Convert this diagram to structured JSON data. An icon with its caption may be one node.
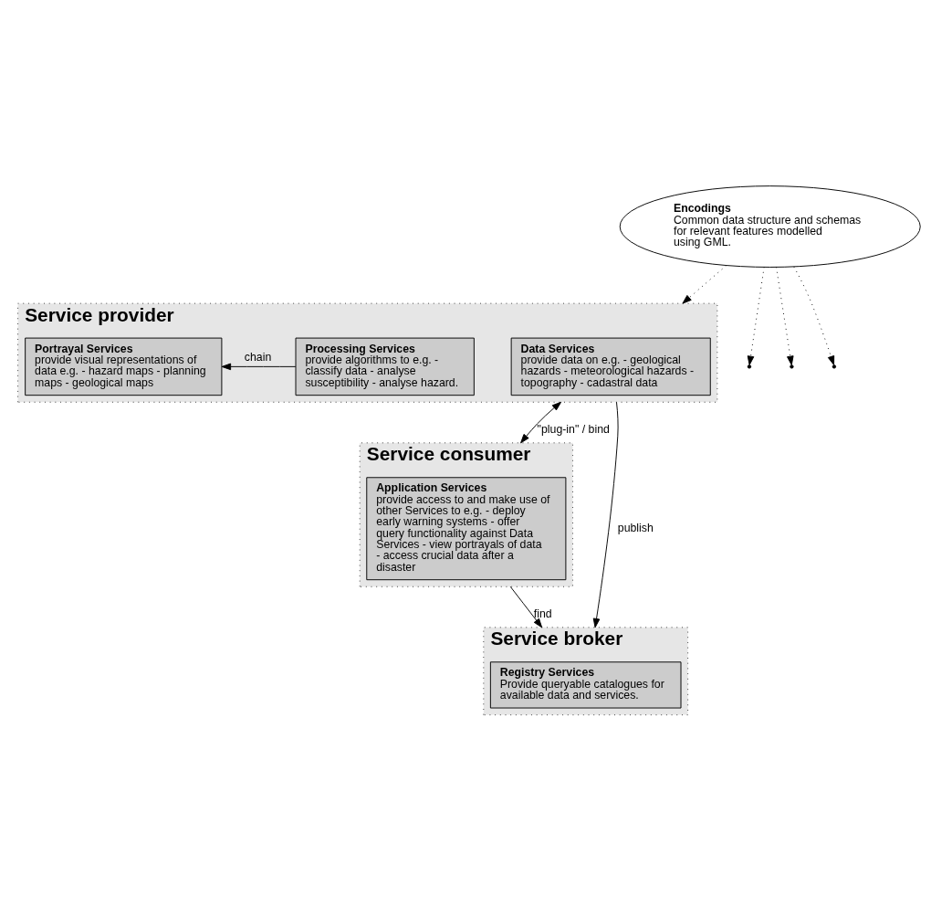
{
  "diagram": {
    "nodes": [
      {
        "text": [
          "Service provider"
        ]
      },
      {
        "text": [
          "Data Services",
          "provide data on e.g. - geological hazards - meteorological hazards - topography - cadastral data"
        ],
        "in": 0
      },
      {
        "text": [
          "Processing Services",
          "provide algorithms to e.g. - classify data - analyse susceptibility - analyse hazard."
        ],
        "in": 0
      },
      {
        "text": [
          "Portrayal Services",
          "provide visual representations of data e.g. - hazard maps - planning maps - geological maps"
        ],
        "in": 0
      },
      {
        "text": [
          "Encodings",
          "Common data structure and schemas for relevant features modelled using GML."
        ]
      },
      {
        "text": [
          "Service consumer"
        ]
      },
      {
        "text": [
          "Application Services",
          "provide access to and make use of other Services to e.g. - deploy early warning systems - offer query functionality against Data Services - view portrayals of data - access crucial data after a disaster"
        ],
        "in": 5
      },
      {
        "text": [
          "Service broker"
        ]
      },
      {
        "text": [
          "Registry Services",
          "Provide queryable catalogues for available data and services."
        ],
        "in": 7
      }
    ],
    "edges": [
      {
        "from": 2,
        "to": 3,
        "arrow": "to",
        "label": "chain"
      },
      {
        "from": 0,
        "to": 7,
        "arrow": "to",
        "label": "publish"
      },
      {
        "from": 4,
        "to": 0,
        "arrow": "to",
        "style": "dashed"
      },
      {
        "from": 0,
        "to": 5,
        "arrow": "both",
        "label": "\"plug-in\" / bind"
      },
      {
        "from": 4,
        "to": null,
        "arrow": "to",
        "style": "dashed"
      },
      {
        "from": 4,
        "to": null,
        "arrow": "to",
        "style": "dashed"
      },
      {
        "from": 4,
        "to": null,
        "arrow": "to",
        "style": "dashed"
      },
      {
        "from": 5,
        "to": 7,
        "arrow": "to",
        "label": "find"
      }
    ]
  }
}
